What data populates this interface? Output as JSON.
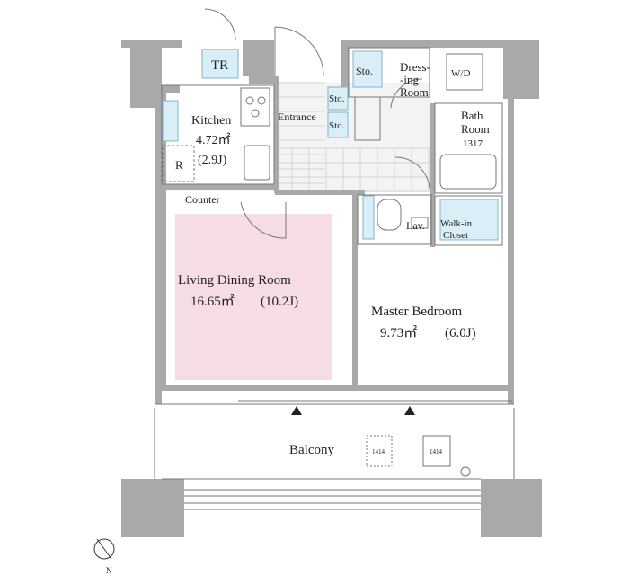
{
  "rooms": {
    "tr": "TR",
    "kitchen": {
      "name": "Kitchen",
      "area": "4.72㎡",
      "jo": "(2.9J)"
    },
    "refrigerator": "R",
    "counter": "Counter",
    "entrance": "Entrance",
    "storage_1": "Sto.",
    "storage_2": "Sto.",
    "storage_3": "Sto.",
    "dressing": {
      "line1": "Dress-",
      "line2": "-ing",
      "line3": "Room"
    },
    "washer_dryer": "W/D",
    "bath": {
      "line1": "Bath",
      "line2": "Room",
      "line3": "1317"
    },
    "lavatory": "Lav.",
    "walkin": {
      "line1": "Walk-in",
      "line2": "Closet"
    },
    "living": {
      "name": "Living Dining Room",
      "area": "16.65㎡",
      "jo": "(10.2J)"
    },
    "master": {
      "name": "Master Bedroom",
      "area": "9.73㎡",
      "jo": "(6.0J)"
    },
    "balcony": "Balcony",
    "unit_1": "1414",
    "unit_2": "1414",
    "compass": "N"
  },
  "colors": {
    "wall": "#a9a9a9",
    "living_highlight": "#f6dce4",
    "fixture": "#d9eef7"
  }
}
